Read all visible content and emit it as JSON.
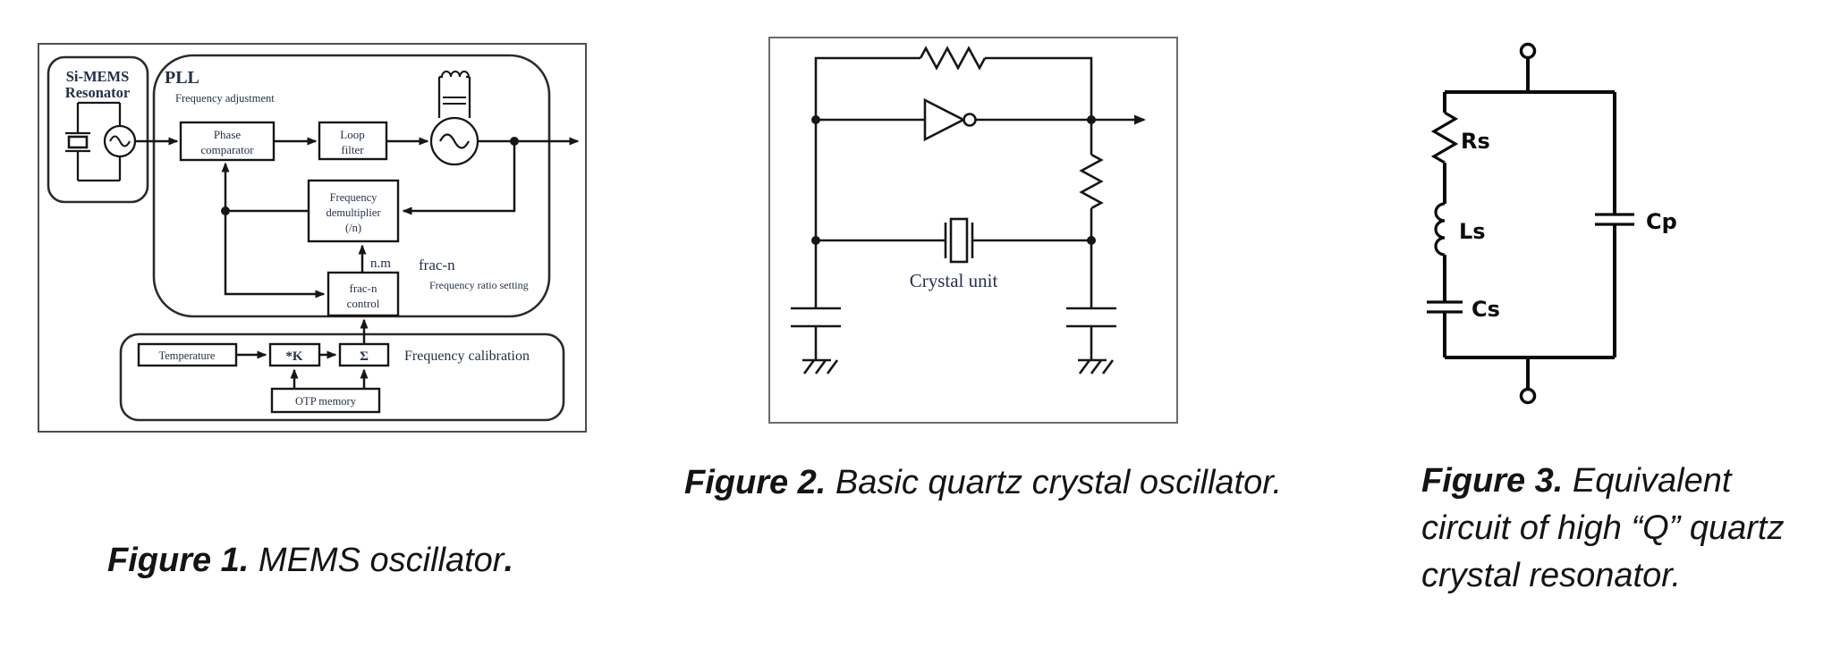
{
  "figure1": {
    "resonator": {
      "line1": "Si-MEMS",
      "line2": "Resonator"
    },
    "pll": {
      "title": "PLL",
      "subtitle": "Frequency adjustment"
    },
    "phase_comparator": {
      "line1": "Phase",
      "line2": "comparator"
    },
    "loop_filter": {
      "line1": "Loop",
      "line2": "filter"
    },
    "demultiplier": {
      "line1": "Frequency",
      "line2": "demultiplier",
      "line3": "(/n)"
    },
    "nm_label": "n.m",
    "fracn_label": "frac-n",
    "freq_ratio_label": "Frequency ratio setting",
    "fracn_control": {
      "line1": "frac-n",
      "line2": "control"
    },
    "calibration": {
      "temperature": "Temperature",
      "k": "*K",
      "sigma": "Σ",
      "title": "Frequency calibration",
      "otp": "OTP memory"
    },
    "caption": {
      "prefix": "Figure 1.",
      "body": " MEMS oscillator",
      "suffix": "."
    }
  },
  "figure2": {
    "crystal_unit_label": "Crystal unit",
    "caption": {
      "prefix": "Figure 2.",
      "body": " Basic quartz crystal oscillator."
    }
  },
  "figure3": {
    "rs": "Rs",
    "ls": "Ls",
    "cs": "Cs",
    "cp": "Cp",
    "caption": {
      "prefix": "Figure 3.",
      "line1": " Equivalent",
      "line2": "circuit of high “Q” quartz",
      "line3": "crystal resonator."
    }
  },
  "colors": {
    "line": "#161616",
    "diagram_text": "#243049",
    "caption_text": "#141414",
    "fig3_line": "#0a0a0a"
  }
}
